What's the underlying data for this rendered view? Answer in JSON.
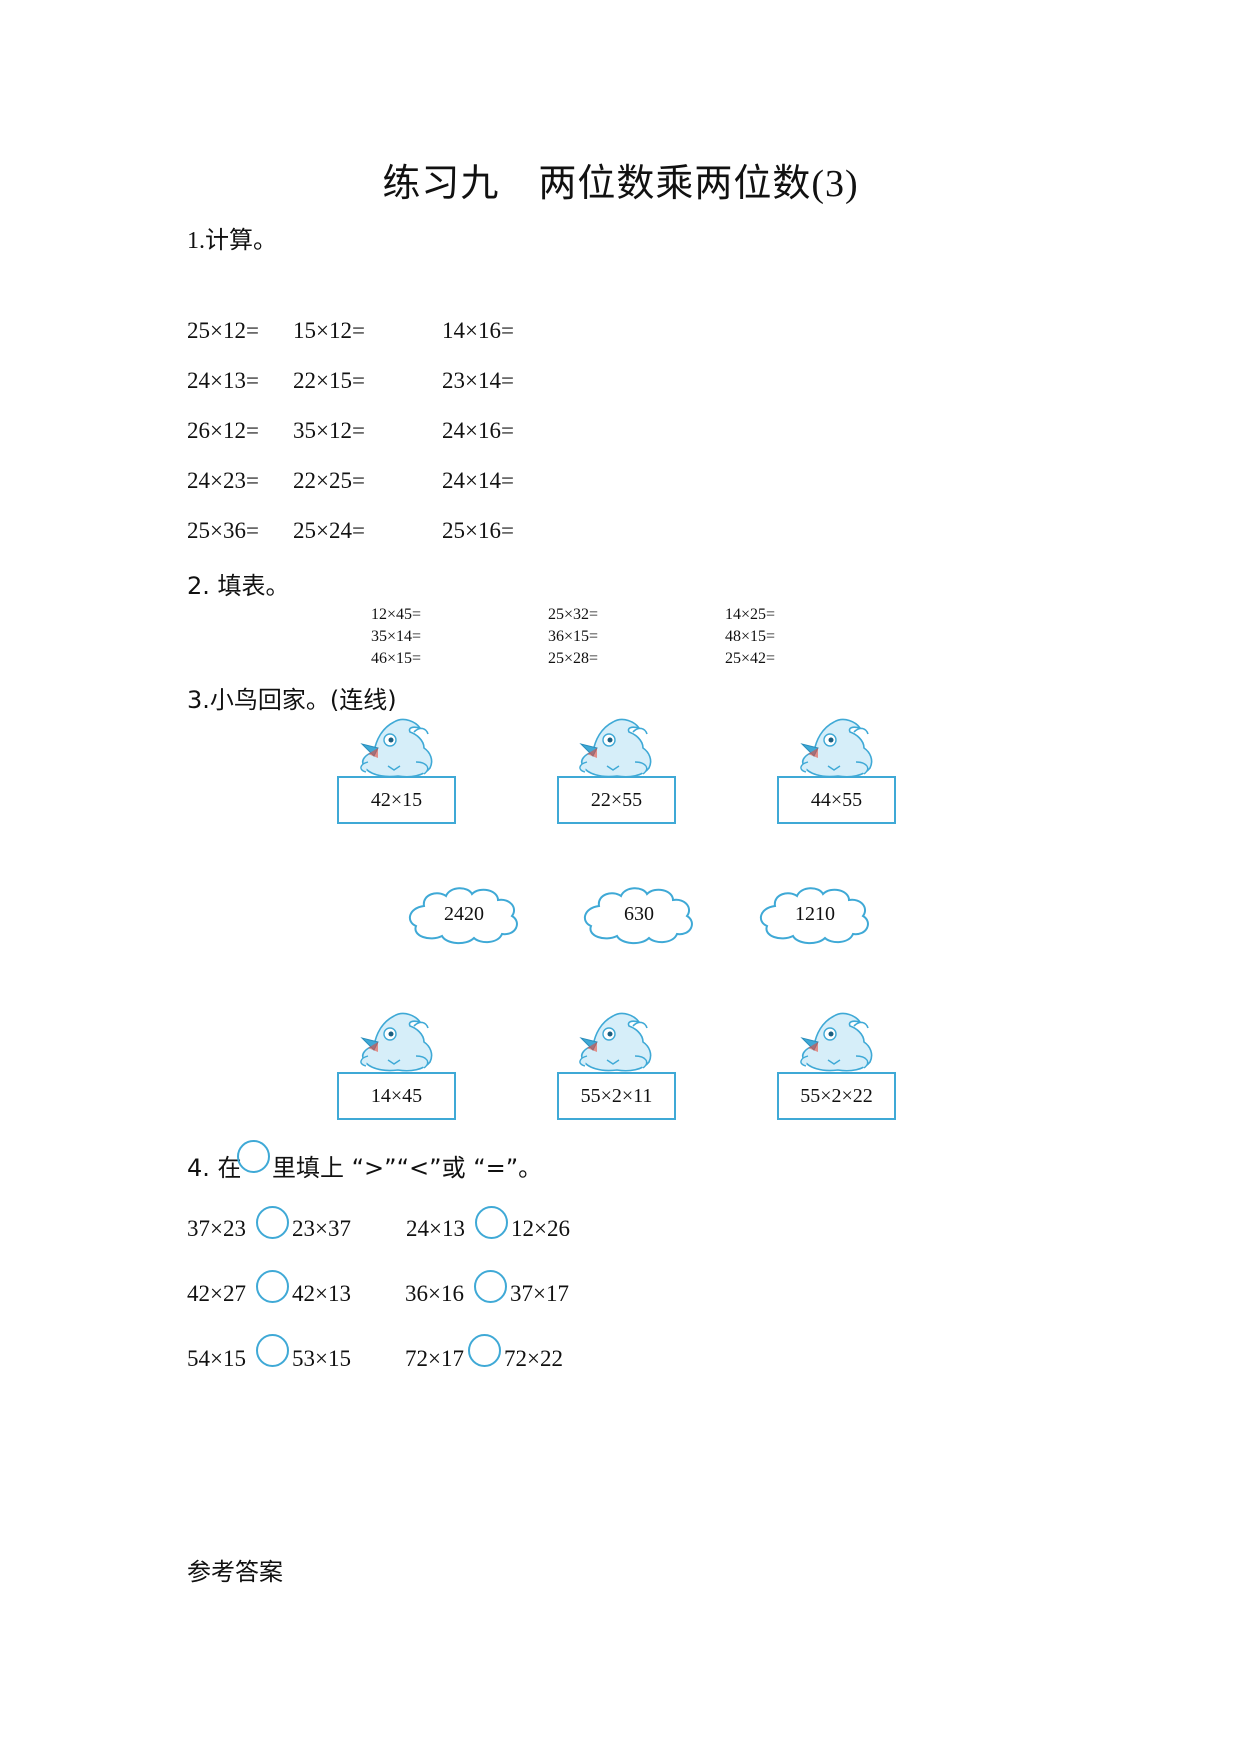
{
  "title": "练习九　两位数乘两位数(3)",
  "section1": {
    "heading": "1.计算。",
    "rows": [
      [
        "25×12=",
        "15×12=",
        "14×16="
      ],
      [
        "24×13=",
        "22×15=",
        "23×14="
      ],
      [
        "26×12=",
        "35×12=",
        "24×16="
      ],
      [
        "24×23=",
        "22×25=",
        "24×14="
      ],
      [
        "25×36=",
        "25×24=",
        "25×16="
      ]
    ]
  },
  "section2": {
    "heading": "2. 填表。",
    "columns": [
      [
        "12×45=",
        "35×14=",
        "46×15="
      ],
      [
        "25×32=",
        "36×15=",
        "25×28="
      ],
      [
        "14×25=",
        "48×15=",
        "25×42="
      ]
    ]
  },
  "section3": {
    "heading": "3.小鸟回家。(连线)",
    "top_birds": [
      "42×15",
      "22×55",
      "44×55"
    ],
    "clouds": [
      "2420",
      "630",
      "1210"
    ],
    "bottom_birds": [
      "14×45",
      "55×2×11",
      "55×2×22"
    ]
  },
  "section4": {
    "heading_prefix": "4. 在",
    "heading_suffix": "里填上 “>”“<”或 “=”。",
    "rows": [
      [
        [
          "37×23",
          "23×37"
        ],
        [
          "24×13",
          "12×26"
        ]
      ],
      [
        [
          "42×27",
          "42×13"
        ],
        [
          "36×16",
          "37×17"
        ]
      ],
      [
        [
          "54×15",
          "53×15"
        ],
        [
          "72×17",
          "72×22"
        ]
      ]
    ]
  },
  "answers_heading": "参考答案",
  "colors": {
    "accent": "#3fa9d6",
    "bird_fill": "#cfeaf7"
  }
}
